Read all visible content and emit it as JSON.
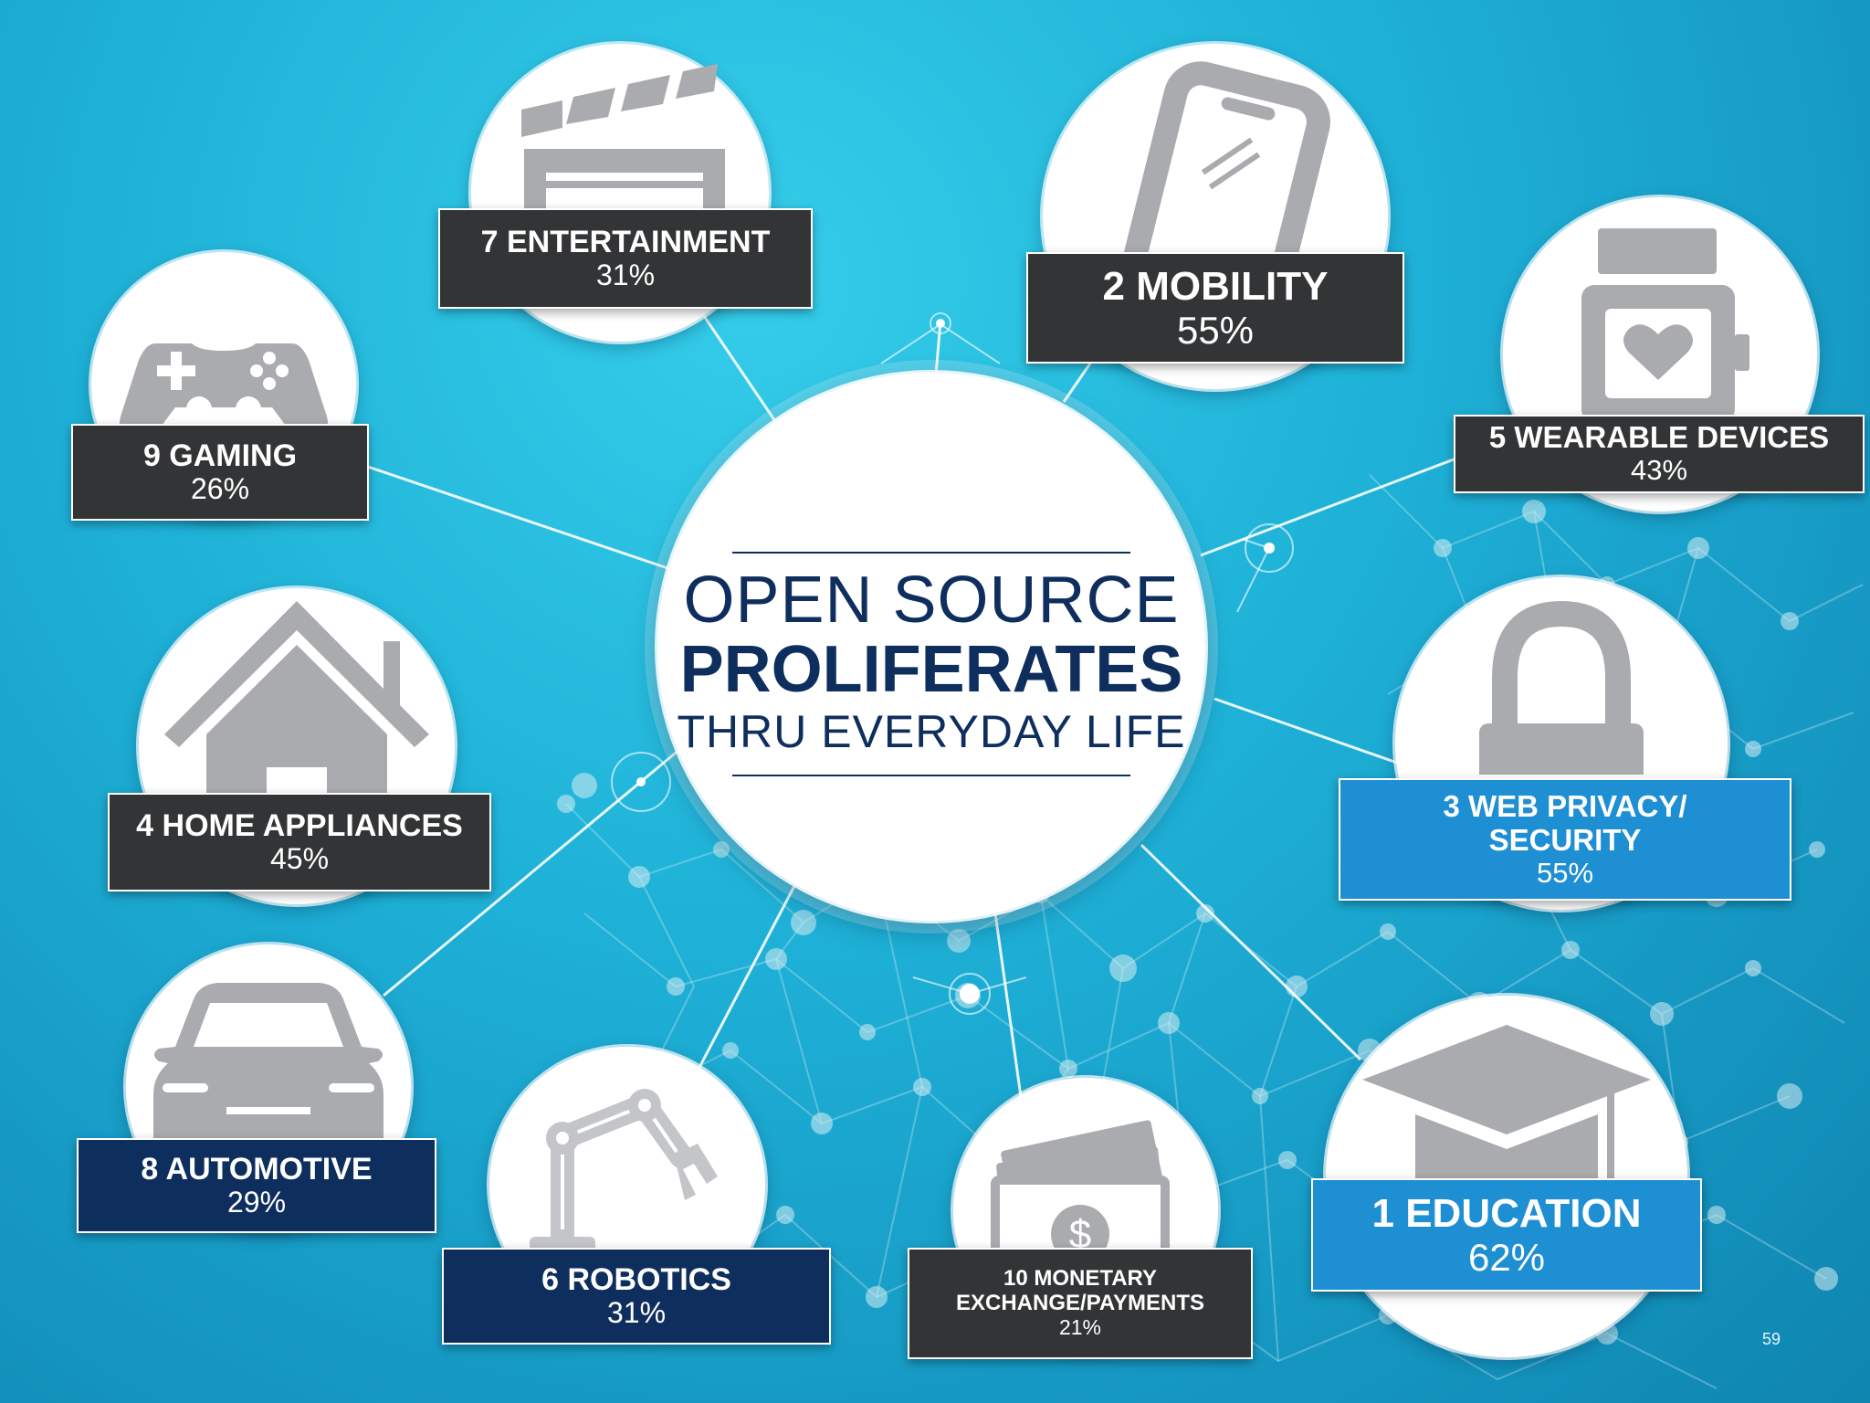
{
  "center": {
    "line1": "OPEN SOURCE",
    "line2": "PROLIFERATES",
    "line3": "THRU EVERYDAY LIFE"
  },
  "categories": {
    "entertainment": {
      "label": "7 ENTERTAINMENT",
      "value": "31%"
    },
    "mobility": {
      "label": "2 MOBILITY",
      "value": "55%"
    },
    "gaming": {
      "label": "9 GAMING",
      "value": "26%"
    },
    "wearable": {
      "label": "5 WEARABLE DEVICES",
      "value": "43%"
    },
    "home": {
      "label": "4 HOME APPLIANCES",
      "value": "45%"
    },
    "security": {
      "label1": "3 WEB PRIVACY/",
      "label2": "SECURITY",
      "value": "55%"
    },
    "automotive": {
      "label": "8 AUTOMOTIVE",
      "value": "29%"
    },
    "robotics": {
      "label": "6 ROBOTICS",
      "value": "31%"
    },
    "monetary": {
      "label1": "10 MONETARY",
      "label2": "EXCHANGE/PAYMENTS",
      "value": "21%"
    },
    "education": {
      "label": "1 EDUCATION",
      "value": "62%"
    }
  },
  "page_number": "59",
  "colors": {
    "dark_box": "#323436",
    "navy_box": "#0e2e5e",
    "blue_box": "#1e8fd2",
    "icon_gray": "#a9abae",
    "background": "#1fb2d8"
  }
}
